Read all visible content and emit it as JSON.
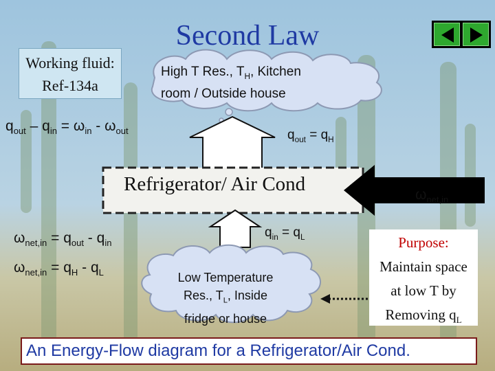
{
  "slide": {
    "title": "Second Law",
    "working_fluid": {
      "line1": "Working fluid:",
      "line2": "Ref-134a"
    },
    "high_reservoir": {
      "line1_prefix": "High T Res., T",
      "line1_sub": "H",
      "line1_suffix": ", Kitchen",
      "line2": "room / Outside house"
    },
    "low_reservoir": {
      "line1": "Low Temperature",
      "line2_prefix": "Res., T",
      "line2_sub": "L",
      "line2_suffix": ", Inside",
      "line3": "fridge or house"
    },
    "energy_equation": {
      "q1": "q",
      "q1_sub": "out",
      "op1": " – ",
      "q2": "q",
      "q2_sub": "in",
      "op2": " = ",
      "w1": "ω",
      "w1_sub": "in",
      "op3": " - ",
      "w2": "ω",
      "w2_sub": "out"
    },
    "qout_label": {
      "lhs": "q",
      "lhs_sub": "out",
      "eq": " = ",
      "rhs": "q",
      "rhs_sub": "H"
    },
    "refrigerator_label": "Refrigerator/ Air Cond",
    "work_input": {
      "symbol": "ω",
      "sub": "net,in"
    },
    "qin_label": {
      "lhs": "q",
      "lhs_sub": "in",
      "eq": " = ",
      "rhs": "q",
      "rhs_sub": "L"
    },
    "wnet_eq1": {
      "w": "ω",
      "w_sub": "net,in",
      "eq": " = ",
      "a": "q",
      "a_sub": "out",
      "minus": " - ",
      "b": "q",
      "b_sub": "in"
    },
    "wnet_eq2": {
      "w": "ω",
      "w_sub": "net,in",
      "eq": " = ",
      "a": "q",
      "a_sub": "H",
      "minus": " - ",
      "b": "q",
      "b_sub": "L"
    },
    "purpose": {
      "title": "Purpose:",
      "line1": "Maintain space",
      "line2": "at low T by",
      "line3_prefix": "Removing q",
      "line3_sub": "L"
    },
    "caption": "An Energy-Flow diagram for a Refrigerator/Air Cond."
  },
  "colors": {
    "title_blue": "#1f3aa3",
    "purpose_red": "#c00000",
    "cloud_fill": "#d7e1f4",
    "arrow_fill": "#ffffff",
    "work_arrow_fill": "#000000"
  },
  "icons": {
    "nav_back": "triangle-left-icon",
    "nav_forward": "triangle-right-icon"
  }
}
